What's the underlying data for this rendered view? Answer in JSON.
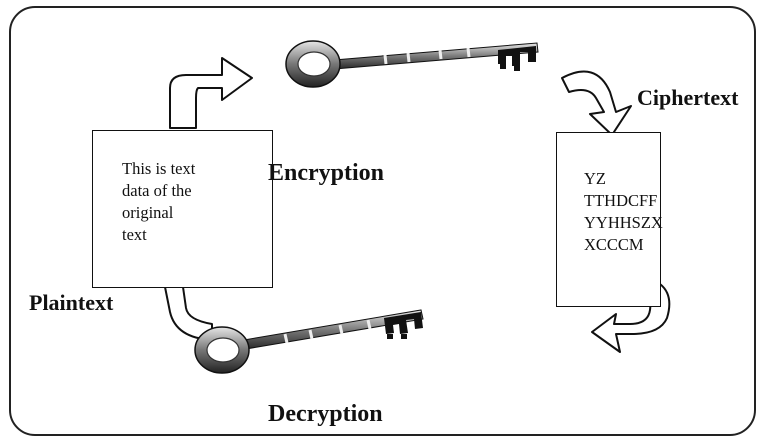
{
  "labels": {
    "encryption": "Encryption",
    "decryption": "Decryption",
    "ciphertext": "Ciphertext",
    "plaintext": "Plaintext"
  },
  "plaintext_document": {
    "lines": [
      "This is text",
      "data of the",
      "original",
      "text"
    ]
  },
  "ciphertext_document": {
    "lines": [
      "YZ",
      "TTHDCFF",
      "YYHHSZX",
      "XCCCM"
    ]
  },
  "icons": [
    "key-icon",
    "curved-arrow-icon"
  ]
}
